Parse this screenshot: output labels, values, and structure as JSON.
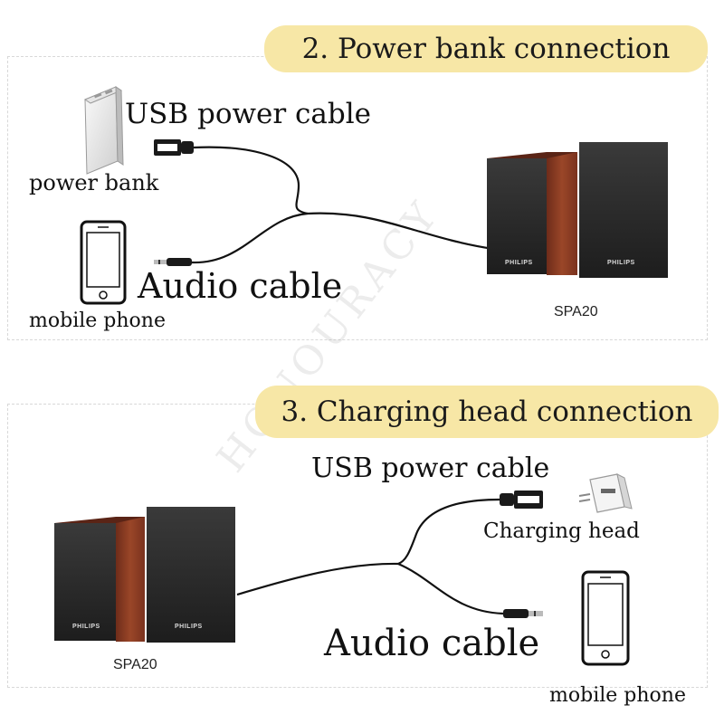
{
  "section2": {
    "title": "2. Power bank connection",
    "usb_label": "USB power cable",
    "power_bank_label": "power bank",
    "audio_label": "Audio cable",
    "phone_label": "mobile phone",
    "speaker_model": "SPA20",
    "speaker_brand_left": "PHILIPS",
    "speaker_brand_right": "PHILIPS"
  },
  "section3": {
    "title": "3. Charging head connection",
    "usb_label": "USB power cable",
    "charging_head_label": "Charging head",
    "audio_label": "Audio cable",
    "phone_label": "mobile phone",
    "speaker_model": "SPA20",
    "speaker_brand_left": "PHILIPS",
    "speaker_brand_right": "PHILIPS"
  },
  "watermark": "HONOURACY",
  "colors": {
    "banner": "#f7e7a6",
    "cabinet_black": "#2b2b2b",
    "cabinet_wood": "#8a3a24",
    "cable": "#111111"
  }
}
